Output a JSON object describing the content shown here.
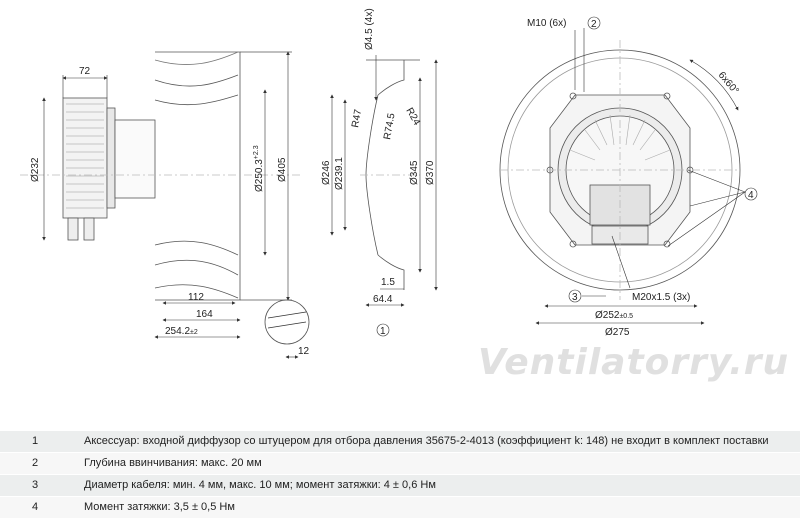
{
  "dimensions": {
    "dim_72": "72",
    "dim_232": "Ø232",
    "dim_250": "Ø250.3",
    "dim_250_tol": "+2.3",
    "dim_405": "Ø405",
    "dim_112": "112",
    "dim_164": "164",
    "dim_254": "254.2",
    "dim_254_tol": "±2",
    "dim_12": "12",
    "dim_45": "Ø4.5 (4x)",
    "dim_r47": "R47",
    "dim_r745": "R74.5",
    "dim_r24": "R24",
    "dim_246": "Ø246",
    "dim_2391": "Ø239.1",
    "dim_345": "Ø345",
    "dim_370": "Ø370",
    "dim_15": "1.5",
    "dim_644": "64.4",
    "dim_m10": "M10 (6x)",
    "dim_6x60": "6x60°",
    "dim_m20": "M20x1.5 (3x)",
    "dim_252": "Ø252",
    "dim_252_tol": "±0.5",
    "dim_275": "Ø275"
  },
  "callouts": {
    "c1": "1",
    "c2": "2",
    "c3": "3",
    "c4": "4"
  },
  "watermark": "Ventilatorry.ru",
  "notes": [
    {
      "num": "1",
      "text": "Аксессуар: входной диффузор со штуцером для отбора давления 35675-2-4013 (коэффициент k: 148) не входит в комплект поставки"
    },
    {
      "num": "2",
      "text": "Глубина ввинчивания: макс. 20 мм"
    },
    {
      "num": "3",
      "text": "Диаметр кабеля: мин. 4 мм, макс. 10 мм; момент затяжки: 4 ± 0,6 Нм"
    },
    {
      "num": "4",
      "text": "Момент затяжки: 3,5 ± 0,5 Нм"
    }
  ]
}
